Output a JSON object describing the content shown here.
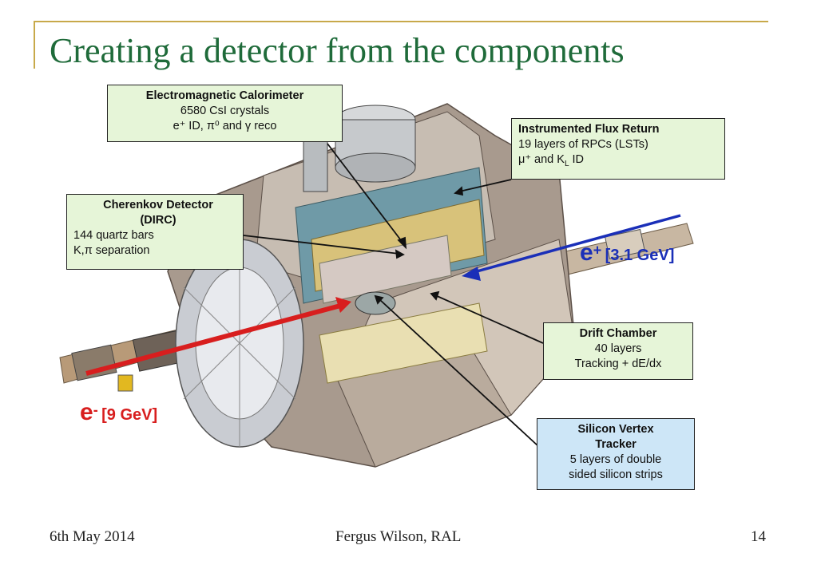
{
  "slide": {
    "title": "Creating a detector from the components",
    "footer_date": "6th May 2014",
    "footer_author": "Fergus Wilson, RAL",
    "page_number": "14"
  },
  "labels": {
    "emc": {
      "title": "Electromagnetic Calorimeter",
      "line1": "6580 CsI crystals",
      "line2": "e⁺ ID, π⁰ and γ reco"
    },
    "ifr": {
      "title": "Instrumented Flux Return",
      "line1": "19 layers of RPCs (LSTs)",
      "line2": "μ⁺ and K",
      "line2_sub": "L",
      "line2_end": " ID"
    },
    "dirc": {
      "title": "Cherenkov Detector",
      "title2": "(DIRC)",
      "line1": "144 quartz bars",
      "line2": "K,π separation"
    },
    "dch": {
      "title": "Drift Chamber",
      "line1": "40 layers",
      "line2": "Tracking + dE/dx"
    },
    "svt": {
      "title": "Silicon Vertex",
      "title2": "Tracker",
      "line1": "5 layers of double",
      "line2": "sided silicon strips"
    }
  },
  "beams": {
    "positron": {
      "particle": "e",
      "charge": "+",
      "energy": "[3.1 GeV]",
      "color": "#1a2fb8"
    },
    "electron": {
      "particle": "e",
      "charge": "-",
      "energy": "[9 GeV]",
      "color": "#d81e1e"
    }
  },
  "colors": {
    "title": "#1f6b3a",
    "accent": "#c8a94a",
    "label_green": "#e6f5d8",
    "label_blue": "#cde6f7"
  }
}
